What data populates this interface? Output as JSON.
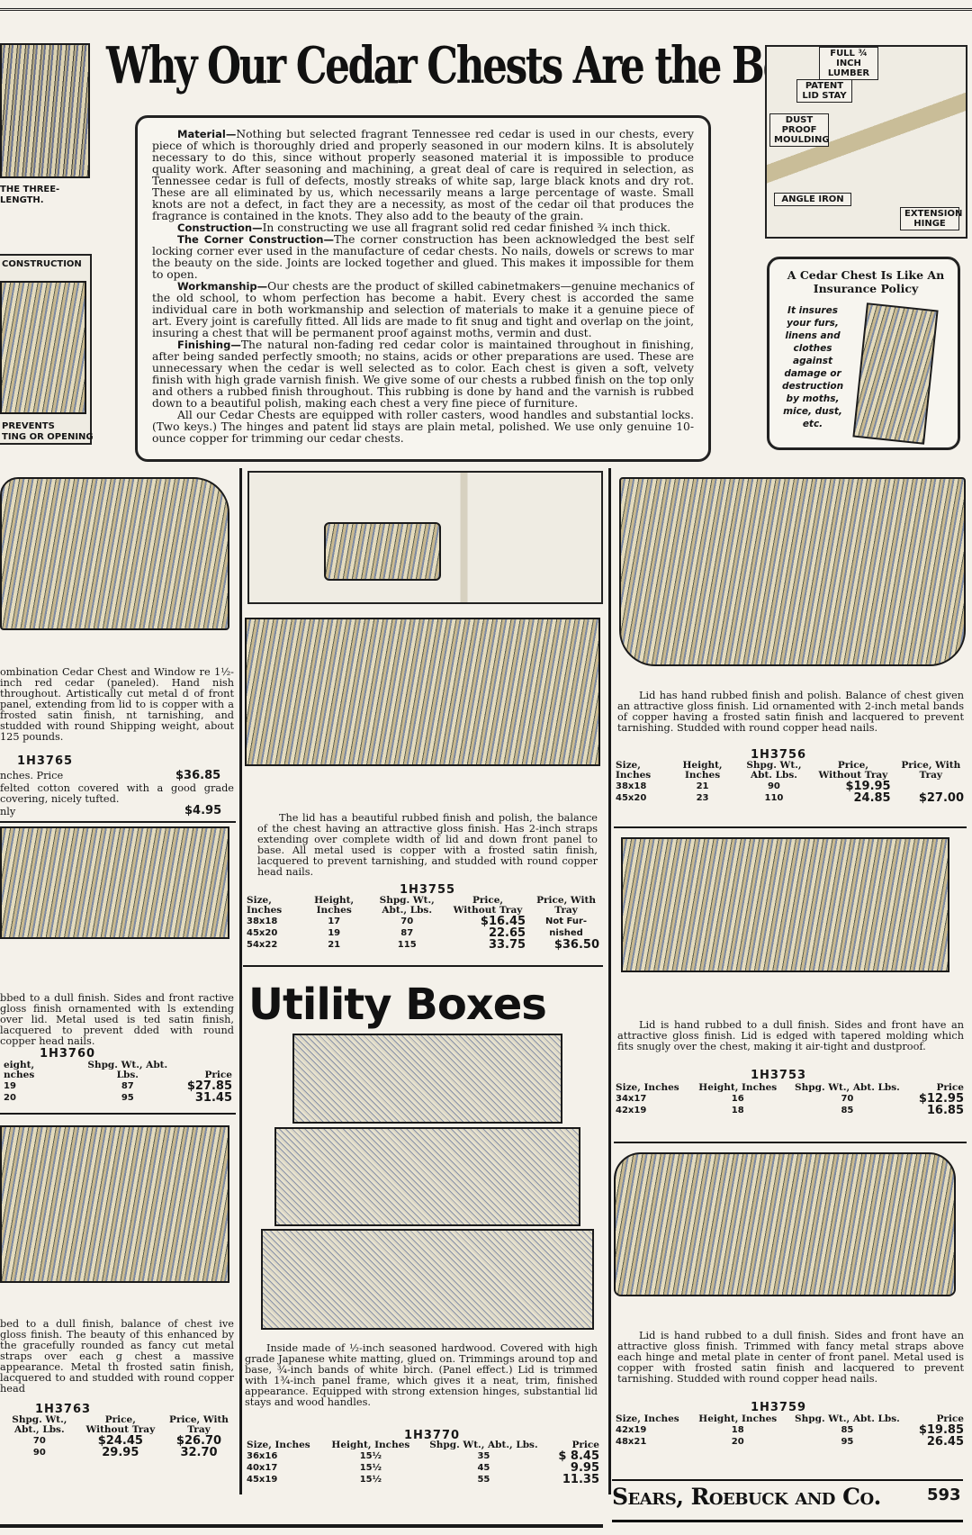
{
  "header": {
    "title": "Why Our Cedar Chests Are the Best"
  },
  "intro": {
    "paragraphs": [
      {
        "lead": "Material—",
        "text": "Nothing but selected fragrant Tennessee red cedar is used in our chests, every piece of which is thoroughly dried and properly seasoned in our modern kilns. It is absolutely necessary to do this, since without properly seasoned material it is impossible to produce quality work. After seasoning and machining, a great deal of care is required in selection, as Tennessee cedar is full of defects, mostly streaks of white sap, large black knots and dry rot. These are all eliminated by us, which necessarily means a large percentage of waste. Small knots are not a defect, in fact they are a necessity, as most of the cedar oil that produces the fragrance is contained in the knots. They also add to the beauty of the grain."
      },
      {
        "lead": "Construction—",
        "text": "In constructing we use all fragrant solid red cedar finished ¾ inch thick."
      },
      {
        "lead": "The Corner Construction—",
        "text": "The corner construction has been acknowledged the best self locking corner ever used in the manufacture of cedar chests. No nails, dowels or screws to mar the beauty on the side. Joints are locked together and glued. This makes it impossible for them to open."
      },
      {
        "lead": "Workmanship—",
        "text": "Our chests are the product of skilled cabinetmakers—genuine mechanics of the old school, to whom perfection has become a habit. Every chest is accorded the same individual care in both workmanship and selection of materials to make it a genuine piece of art. Every joint is carefully fitted. All lids are made to fit snug and tight and overlap on the joint, insuring a chest that will be permanent proof against moths, vermin and dust."
      },
      {
        "lead": "Finishing—",
        "text": "The natural non-fading red cedar color is maintained throughout in finishing, after being sanded perfectly smooth; no stains, acids or other preparations are used. These are unnecessary when the cedar is well selected as to color. Each chest is given a soft, velvety finish with high grade varnish finish. We give some of our chests a rubbed finish on the top only and others a rubbed finish throughout. This rubbing is done by hand and the varnish is rubbed down to a beautiful polish, making each chest a very fine piece of furniture."
      },
      {
        "lead": "",
        "text": "All our Cedar Chests are equipped with roller casters, wood handles and substantial locks. (Two keys.) The hinges and patent lid stays are plain metal, polished. We use only genuine 10-ounce copper for trimming our cedar chests."
      }
    ]
  },
  "left_diagram": {
    "labels": [
      "THE THREE-",
      "LENGTH.",
      "CONSTRUCTION",
      "PREVENTS",
      "TING OR OPENING"
    ]
  },
  "right_diagram": {
    "callouts": [
      "FULL ¾ INCH LUMBER",
      "PATENT LID STAY",
      "DUST PROOF MOULDING",
      "ANGLE IRON",
      "EXTENSION HINGE"
    ]
  },
  "insurance_box": {
    "title": "A Cedar Chest Is Like An Insurance Policy",
    "text": "It insures your furs, linens and clothes against damage or destruction by moths, mice, dust, etc."
  },
  "products": {
    "h3765": {
      "description": "ombination Cedar Chest and Window re 1½-inch red cedar (paneled). Hand nish throughout. Artistically cut metal d of front panel, extending from lid to is copper with a frosted satin finish, nt tarnishing, and studded with round Shipping weight, about 125 pounds.",
      "catalog_no": "1H3765",
      "line1_label": "nches. Price",
      "line1_price": "$36.85",
      "line2_text": "felted cotton covered with a good grade covering, nicely tufted.",
      "line3_label": "nly",
      "line3_price": "$4.95"
    },
    "h3755": {
      "description": "The lid has a beautiful rubbed finish and polish, the balance of the chest having an attractive gloss finish. Has 2-inch straps extending over complete width of lid and down front panel to base. All metal used is copper with a frosted satin finish, lacquered to prevent tarnishing, and studded with round copper head nails.",
      "catalog_no": "1H3755",
      "headers": [
        "Size, Inches",
        "Height, Inches",
        "Shpg. Wt., Abt., Lbs.",
        "Price, Without Tray",
        "Price, With Tray"
      ],
      "rows": [
        [
          "38x18",
          "17",
          "70",
          "$16.45",
          "Not Fur-"
        ],
        [
          "45x20",
          "19",
          "87",
          "22.65",
          "nished"
        ],
        [
          "54x22",
          "21",
          "115",
          "33.75",
          "$36.50"
        ]
      ]
    },
    "h3756": {
      "description": "Lid has hand rubbed finish and polish. Balance of chest given an attractive gloss finish. Lid ornamented with 2-inch metal bands of copper having a frosted satin finish and lacquered to prevent tarnishing. Studded with round copper head nails.",
      "catalog_no": "1H3756",
      "headers": [
        "Size, Inches",
        "Height, Inches",
        "Shpg. Wt., Abt. Lbs.",
        "Price, Without Tray",
        "Price, With Tray"
      ],
      "rows": [
        [
          "38x18",
          "21",
          "90",
          "$19.95",
          ""
        ],
        [
          "45x20",
          "23",
          "110",
          "24.85",
          "$27.00"
        ]
      ]
    },
    "h3760": {
      "description": "bbed to a dull finish. Sides and front ractive gloss finish ornamented with ls extending over lid. Metal used is ted satin finish, lacquered to prevent dded with round copper head nails.",
      "catalog_no": "1H3760",
      "headers": [
        "eight, nches",
        "Shpg. Wt., Abt. Lbs.",
        "Price"
      ],
      "rows": [
        [
          "19",
          "87",
          "$27.85"
        ],
        [
          "20",
          "95",
          "31.45"
        ]
      ]
    },
    "h3753": {
      "description": "Lid is hand rubbed to a dull finish. Sides and front have an attractive gloss finish. Lid is edged with tapered molding which fits snugly over the chest, making it air-tight and dustproof.",
      "catalog_no": "1H3753",
      "headers": [
        "Size, Inches",
        "Height, Inches",
        "Shpg. Wt., Abt. Lbs.",
        "Price"
      ],
      "rows": [
        [
          "34x17",
          "16",
          "70",
          "$12.95"
        ],
        [
          "42x19",
          "18",
          "85",
          "16.85"
        ]
      ]
    },
    "h3763": {
      "description": "bed to a dull finish, balance of chest ive gloss finish. The beauty of this enhanced by the gracefully rounded as fancy cut metal straps over each g chest a massive appearance. Metal th frosted satin finish, lacquered to and studded with round copper head",
      "catalog_no": "1H3763",
      "headers": [
        "Shpg. Wt., Abt., Lbs.",
        "Price, Without Tray",
        "Price, With Tray"
      ],
      "rows": [
        [
          "70",
          "$24.45",
          "$26.70"
        ],
        [
          "90",
          "29.95",
          "32.70"
        ]
      ]
    },
    "h3759": {
      "description": "Lid is hand rubbed to a dull finish. Sides and front have an attractive gloss finish. Trimmed with fancy metal straps above each hinge and metal plate in center of front panel. Metal used is copper with frosted satin finish and lacquered to prevent tarnishing. Studded with round copper head nails.",
      "catalog_no": "1H3759",
      "headers": [
        "Size, Inches",
        "Height, Inches",
        "Shpg. Wt., Abt. Lbs.",
        "Price"
      ],
      "rows": [
        [
          "42x19",
          "18",
          "85",
          "$19.85"
        ],
        [
          "48x21",
          "20",
          "95",
          "26.45"
        ]
      ]
    },
    "h3770": {
      "section_title": "Utility Boxes",
      "description": "Inside made of ½-inch seasoned hardwood. Covered with high grade Japanese white matting, glued on. Trimmings around top and base, ¾-inch bands of white birch. (Panel effect.) Lid is trimmed with 1¾-inch panel frame, which gives it a neat, trim, finished appearance. Equipped with strong extension hinges, substantial lid stays and wood handles.",
      "catalog_no": "1H3770",
      "headers": [
        "Size, Inches",
        "Height, Inches",
        "Shpg. Wt., Abt., Lbs.",
        "Price"
      ],
      "rows": [
        [
          "36x16",
          "15½",
          "35",
          "$ 8.45"
        ],
        [
          "40x17",
          "15½",
          "45",
          "9.95"
        ],
        [
          "45x19",
          "15½",
          "55",
          "11.35"
        ]
      ]
    }
  },
  "footer": {
    "brand": "Sears, Roebuck and Co.",
    "page_number": "593"
  }
}
